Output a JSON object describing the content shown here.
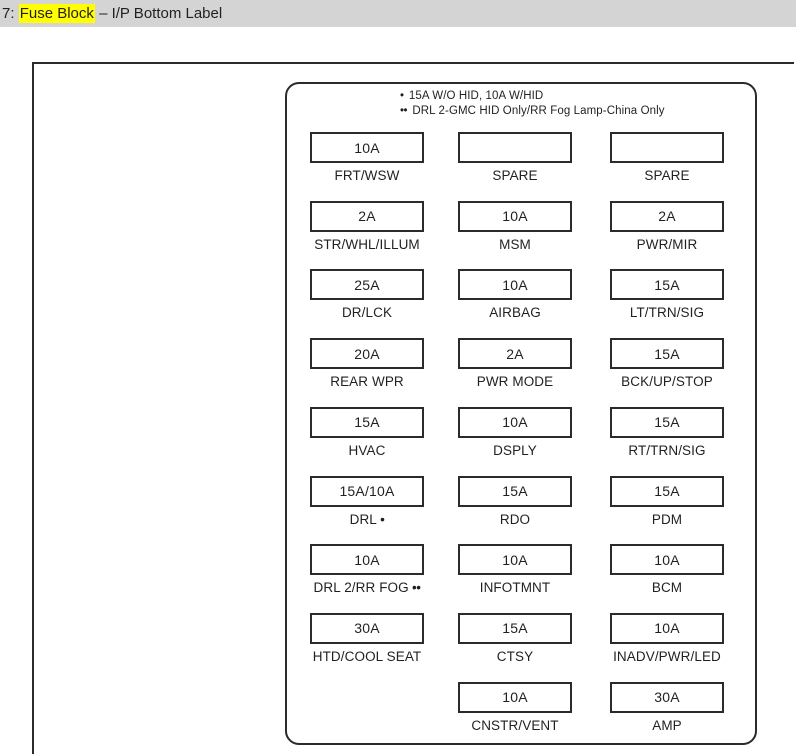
{
  "header": {
    "prefix": "7:",
    "highlighted": "Fuse Block",
    "suffix": "– I/P Bottom Label",
    "highlight_color": "#ffff00",
    "bar_color": "#d4d4d4"
  },
  "panel": {
    "legend_notes": [
      {
        "bullets": "•",
        "text": "15A W/O HID, 10A W/HID"
      },
      {
        "bullets": "••",
        "text": "DRL 2-GMC HID Only/RR Fog Lamp-China Only"
      }
    ],
    "columns": [
      {
        "name": "column-1",
        "fuses": [
          {
            "amp": "10A",
            "label": "FRT/WSW"
          },
          {
            "amp": "2A",
            "label": "STR/WHL/ILLUM"
          },
          {
            "amp": "25A",
            "label": "DR/LCK"
          },
          {
            "amp": "20A",
            "label": "REAR WPR"
          },
          {
            "amp": "15A",
            "label": "HVAC"
          },
          {
            "amp": "15A/10A",
            "label": "DRL",
            "bullets": "•"
          },
          {
            "amp": "10A",
            "label": "DRL 2/RR FOG",
            "bullets": "••"
          },
          {
            "amp": "30A",
            "label": "HTD/COOL SEAT"
          }
        ]
      },
      {
        "name": "column-2",
        "fuses": [
          {
            "amp": "",
            "label": "SPARE"
          },
          {
            "amp": "10A",
            "label": "MSM"
          },
          {
            "amp": "10A",
            "label": "AIRBAG"
          },
          {
            "amp": "2A",
            "label": "PWR MODE"
          },
          {
            "amp": "10A",
            "label": "DSPLY"
          },
          {
            "amp": "15A",
            "label": "RDO"
          },
          {
            "amp": "10A",
            "label": "INFOTMNT"
          },
          {
            "amp": "15A",
            "label": "CTSY"
          },
          {
            "amp": "10A",
            "label": "CNSTR/VENT"
          }
        ]
      },
      {
        "name": "column-3",
        "fuses": [
          {
            "amp": "",
            "label": "SPARE"
          },
          {
            "amp": "2A",
            "label": "PWR/MIR"
          },
          {
            "amp": "15A",
            "label": "LT/TRN/SIG"
          },
          {
            "amp": "15A",
            "label": "BCK/UP/STOP"
          },
          {
            "amp": "15A",
            "label": "RT/TRN/SIG"
          },
          {
            "amp": "15A",
            "label": "PDM"
          },
          {
            "amp": "10A",
            "label": "BCM"
          },
          {
            "amp": "10A",
            "label": "INADV/PWR/LED"
          },
          {
            "amp": "30A",
            "label": "AMP"
          }
        ]
      }
    ]
  },
  "layout": {
    "column_x": [
      310,
      458,
      610
    ],
    "row_y_start": 132,
    "row_pitch": 68.7
  }
}
